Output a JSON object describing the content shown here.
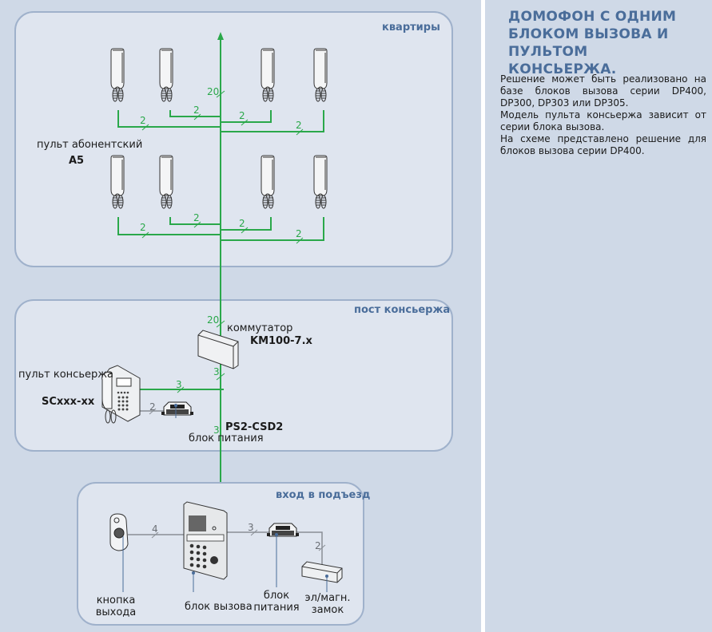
{
  "sidebar": {
    "title": "ДОМОФОН С ОДНИМ БЛОКОМ ВЫЗОВА И ПУЛЬТОМ КОНСЬЕРЖА.",
    "paragraphs": [
      "Решение может быть реализовано на базе блоков вызова серии DP400, DP300, DP303 или DP305.",
      "Модель пульта консьержа зависит от серии блока вызова.",
      "На схеме представлено решение для блоков вызова серии DP400."
    ]
  },
  "colors": {
    "accent": "#4a6d9a",
    "signal_wire": "#2aa84a",
    "power_wire": "#8a8f96",
    "background": "#cfd9e7",
    "panel": "#dfe5ef"
  },
  "zones": {
    "apartments": {
      "title": "квартиры",
      "device_label": "пульт абонентский",
      "device_model": "A5",
      "trunk_wire_count": "20",
      "branch_wire_counts": [
        "2",
        "2",
        "2",
        "2",
        "2",
        "2",
        "2",
        "2"
      ]
    },
    "concierge": {
      "title": "пост консьержа",
      "switch_label": "коммутатор",
      "switch_model": "KM100-7.x",
      "switch_in_count": "20",
      "switch_out_count": "3",
      "console_label": "пульт консьержа",
      "console_model": "SCxxx-xx",
      "console_link_count": "3",
      "console_power_count": "2",
      "psu_model": "PS2-CSD2",
      "psu_label": "блок питания",
      "trunk_down_count": "3"
    },
    "entrance": {
      "title": "вход в подъезд",
      "exit_button_label": [
        "кнопка",
        "выхода"
      ],
      "exit_button_count": "4",
      "call_panel_label": "блок вызова",
      "psu_label": [
        "блок",
        "питания"
      ],
      "psu_count": "3",
      "lock_label": [
        "эл/магн.",
        "замок"
      ],
      "lock_count": "2"
    }
  }
}
